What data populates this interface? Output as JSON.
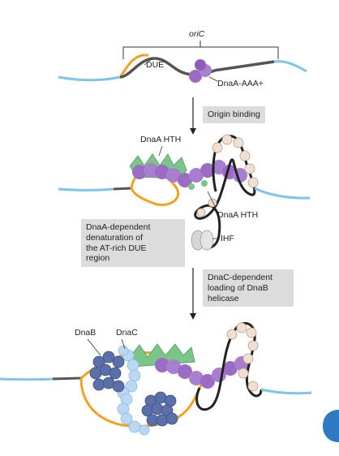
{
  "labels": {
    "oric": "oriC",
    "due": "DUE",
    "dnaa_aaa": "DnaA-AAA+",
    "dnaa_hth_top": "DnaA HTH",
    "dnaa_hth_right": "DnaA HTH",
    "ihf": "IHF",
    "dnab": "DnaB",
    "dnac": "DnaC"
  },
  "steps": {
    "origin_binding": "Origin binding",
    "denaturation": [
      "DnaA-dependent",
      "denaturation of",
      "the AT-rich DUE",
      "region"
    ],
    "loading": [
      "DnaC-dependent",
      "loading of DnaB",
      "helicase"
    ]
  },
  "colors": {
    "dna_blue": "#7fc4ea",
    "dna_gray": "#555555",
    "due_orange": "#f5a020",
    "dnaa_purple": "#9b6cc4",
    "hth_green": "#7cc58a",
    "ihf_gray": "#d6d6d6",
    "dnab_dark": "#5b6fa8",
    "dnac_light": "#b9d8f2",
    "nucleosome_beige": "#f1e0d2",
    "corner_badge": "#2f78c2",
    "step_box": "#dcdcdc"
  }
}
